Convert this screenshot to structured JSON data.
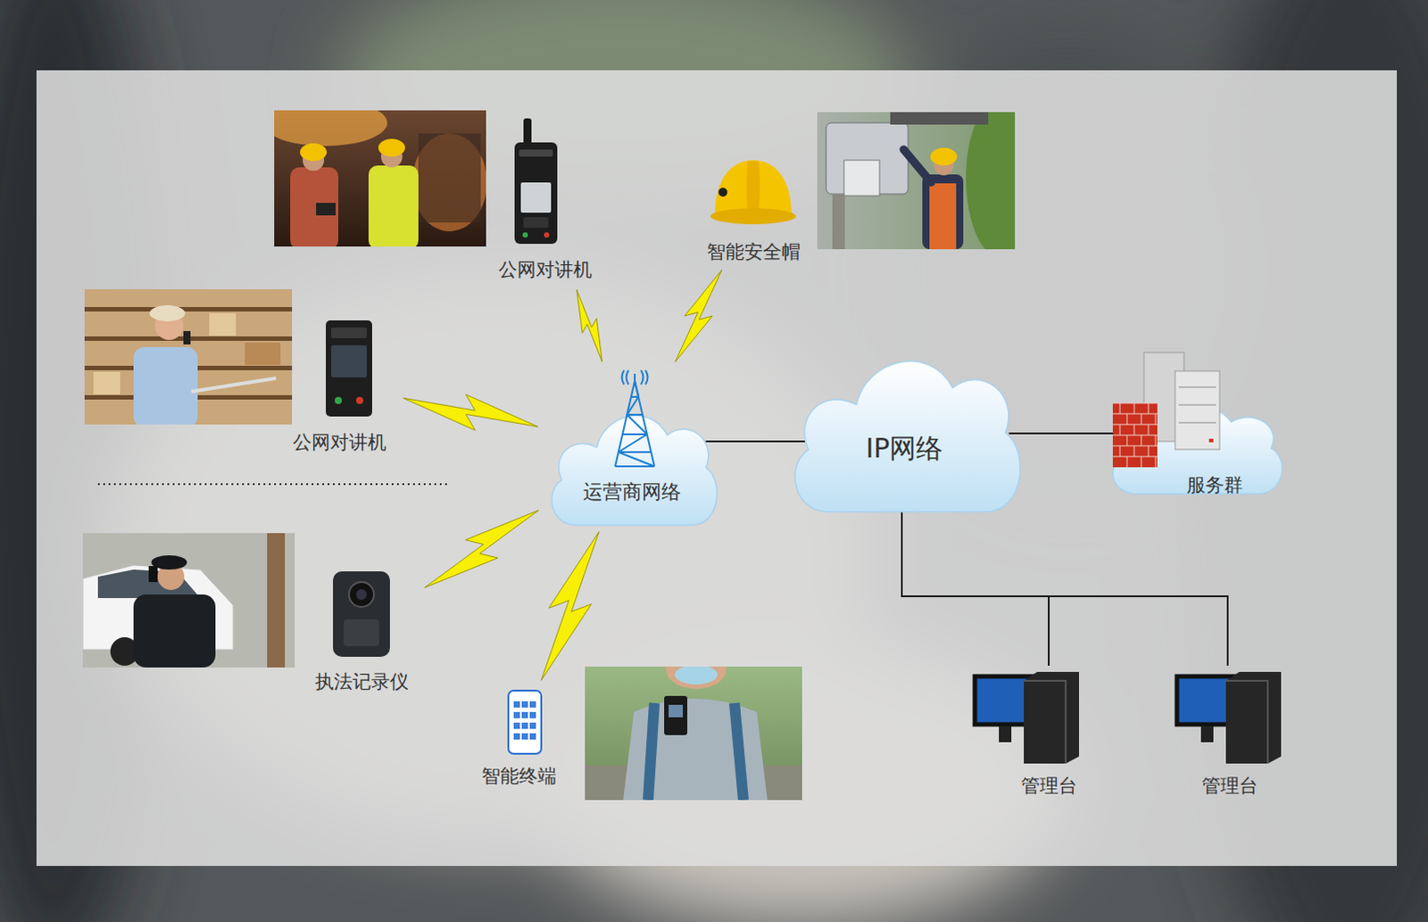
{
  "diagram": {
    "nodes": [
      {
        "text": [
          "公网对讲机"
        ]
      },
      {
        "text": [
          "智能安全帽"
        ]
      },
      {
        "text": [
          "公网对讲机"
        ]
      },
      {
        "text": [
          "运营商网络"
        ]
      },
      {
        "text": [
          "IP网络"
        ]
      },
      {
        "text": [
          "服务群"
        ]
      },
      {
        "text": [
          "执法记录仪"
        ]
      },
      {
        "text": [
          "智能终端"
        ]
      },
      {
        "text": [
          "管理台"
        ]
      },
      {
        "text": [
          "管理台"
        ]
      }
    ],
    "edges": [
      {
        "from": 0,
        "to": 3,
        "arrow": "none"
      },
      {
        "from": 1,
        "to": 3,
        "arrow": "none"
      },
      {
        "from": 2,
        "to": 3,
        "arrow": "none"
      },
      {
        "from": 6,
        "to": 3,
        "arrow": "none"
      },
      {
        "from": 7,
        "to": 3,
        "arrow": "none"
      },
      {
        "from": 3,
        "to": 4,
        "arrow": "none"
      },
      {
        "from": 4,
        "to": 5,
        "arrow": "none"
      },
      {
        "from": 4,
        "to": 8,
        "arrow": "none"
      },
      {
        "from": 4,
        "to": 9,
        "arrow": "none"
      }
    ]
  }
}
